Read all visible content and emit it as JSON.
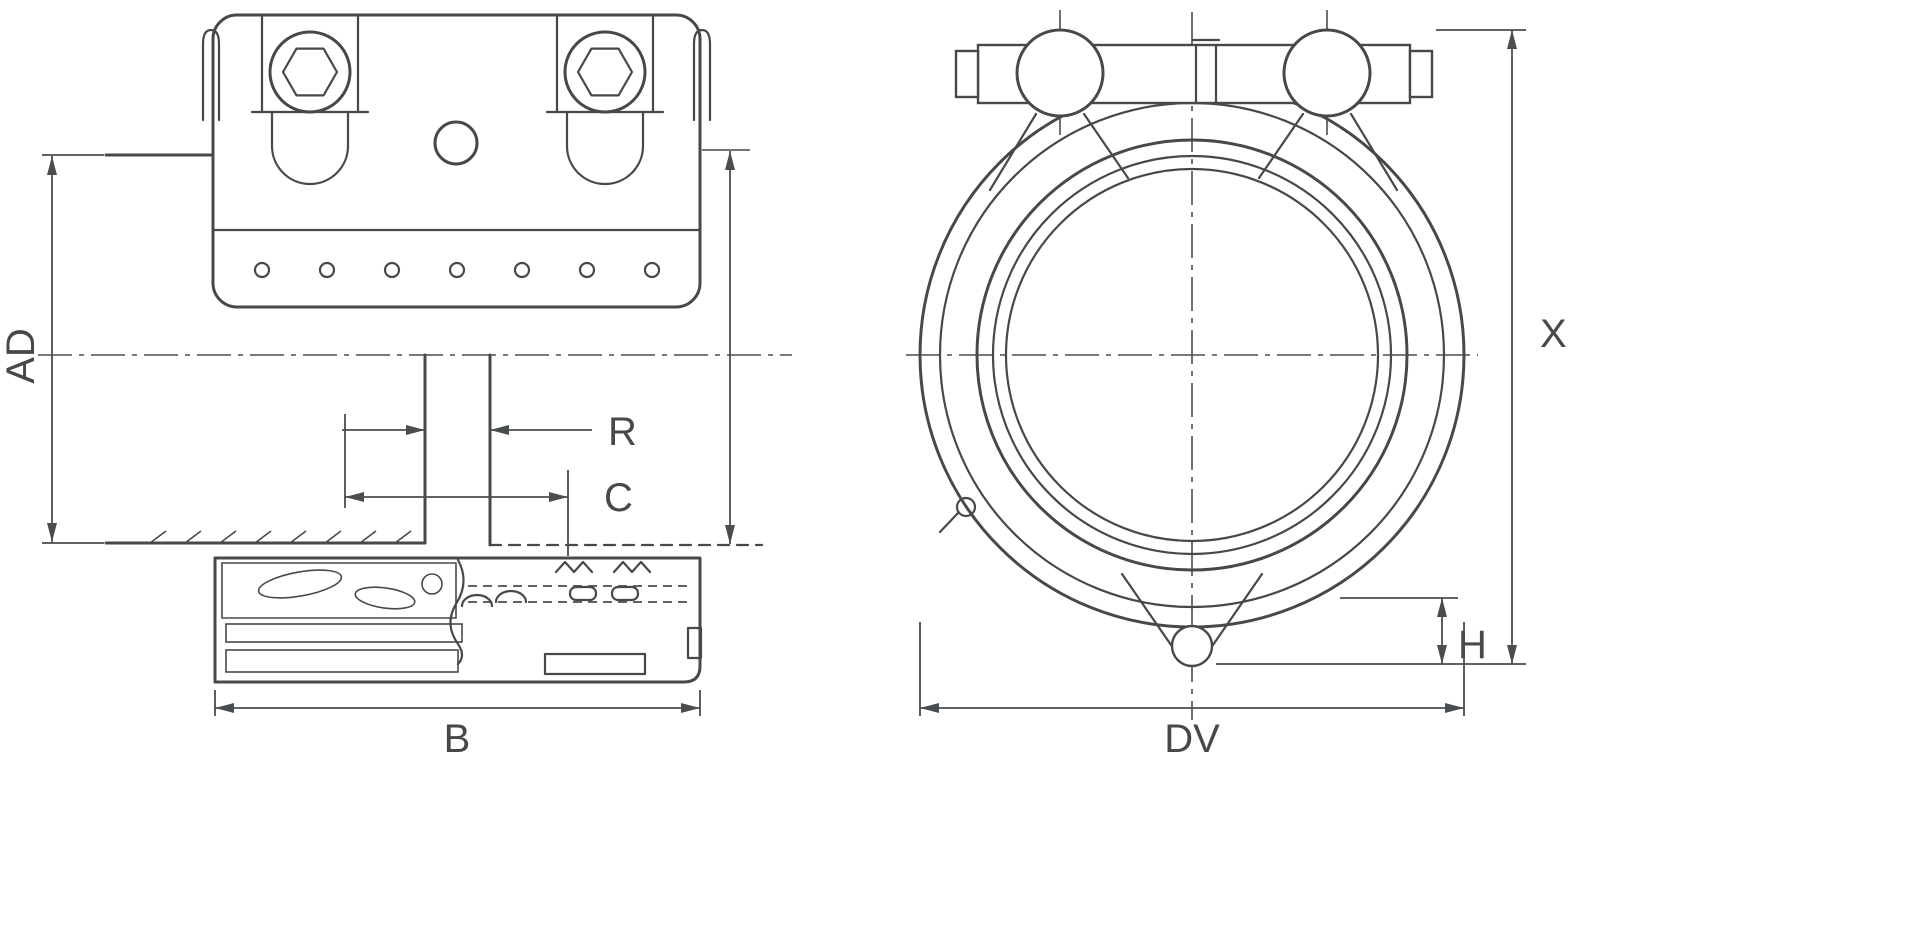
{
  "drawing": {
    "type": "technical-drawing",
    "subject": "pipe-coupling-two-views"
  },
  "colors": {
    "line": "#46494c",
    "dim": "#4a4d50",
    "background": "#ffffff"
  },
  "side_view": {
    "dim_ad": "AD",
    "dim_r": "R",
    "dim_c": "C",
    "dim_b": "B"
  },
  "front_view": {
    "dim_x": "X",
    "dim_h": "H",
    "dim_dv": "DV"
  }
}
